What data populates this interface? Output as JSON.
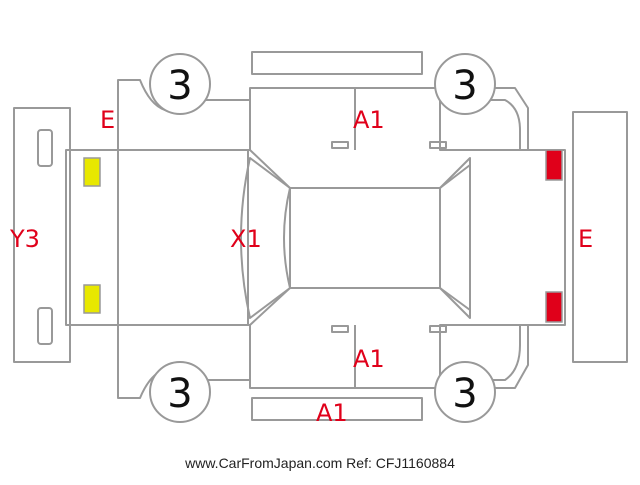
{
  "diagram": {
    "tires": {
      "front_left": "3",
      "front_right": "3",
      "rear_left": "3",
      "rear_right": "3"
    },
    "damage_labels": {
      "front_left_fender": "E",
      "front_bumper": "Y3",
      "hood": "X1",
      "right_doors": "A1",
      "left_doors": "A1",
      "left_sill": "A1",
      "rear_bumper": "E"
    },
    "lamp_colors": {
      "headlamp": "#e8e800",
      "taillamp": "#e0001a"
    },
    "colors": {
      "outline": "#999999",
      "label": "#e0001a",
      "tire_text": "#111111"
    }
  },
  "footer": {
    "site": "www.CarFromJapan.com",
    "ref": "Ref: CFJ1160884"
  }
}
